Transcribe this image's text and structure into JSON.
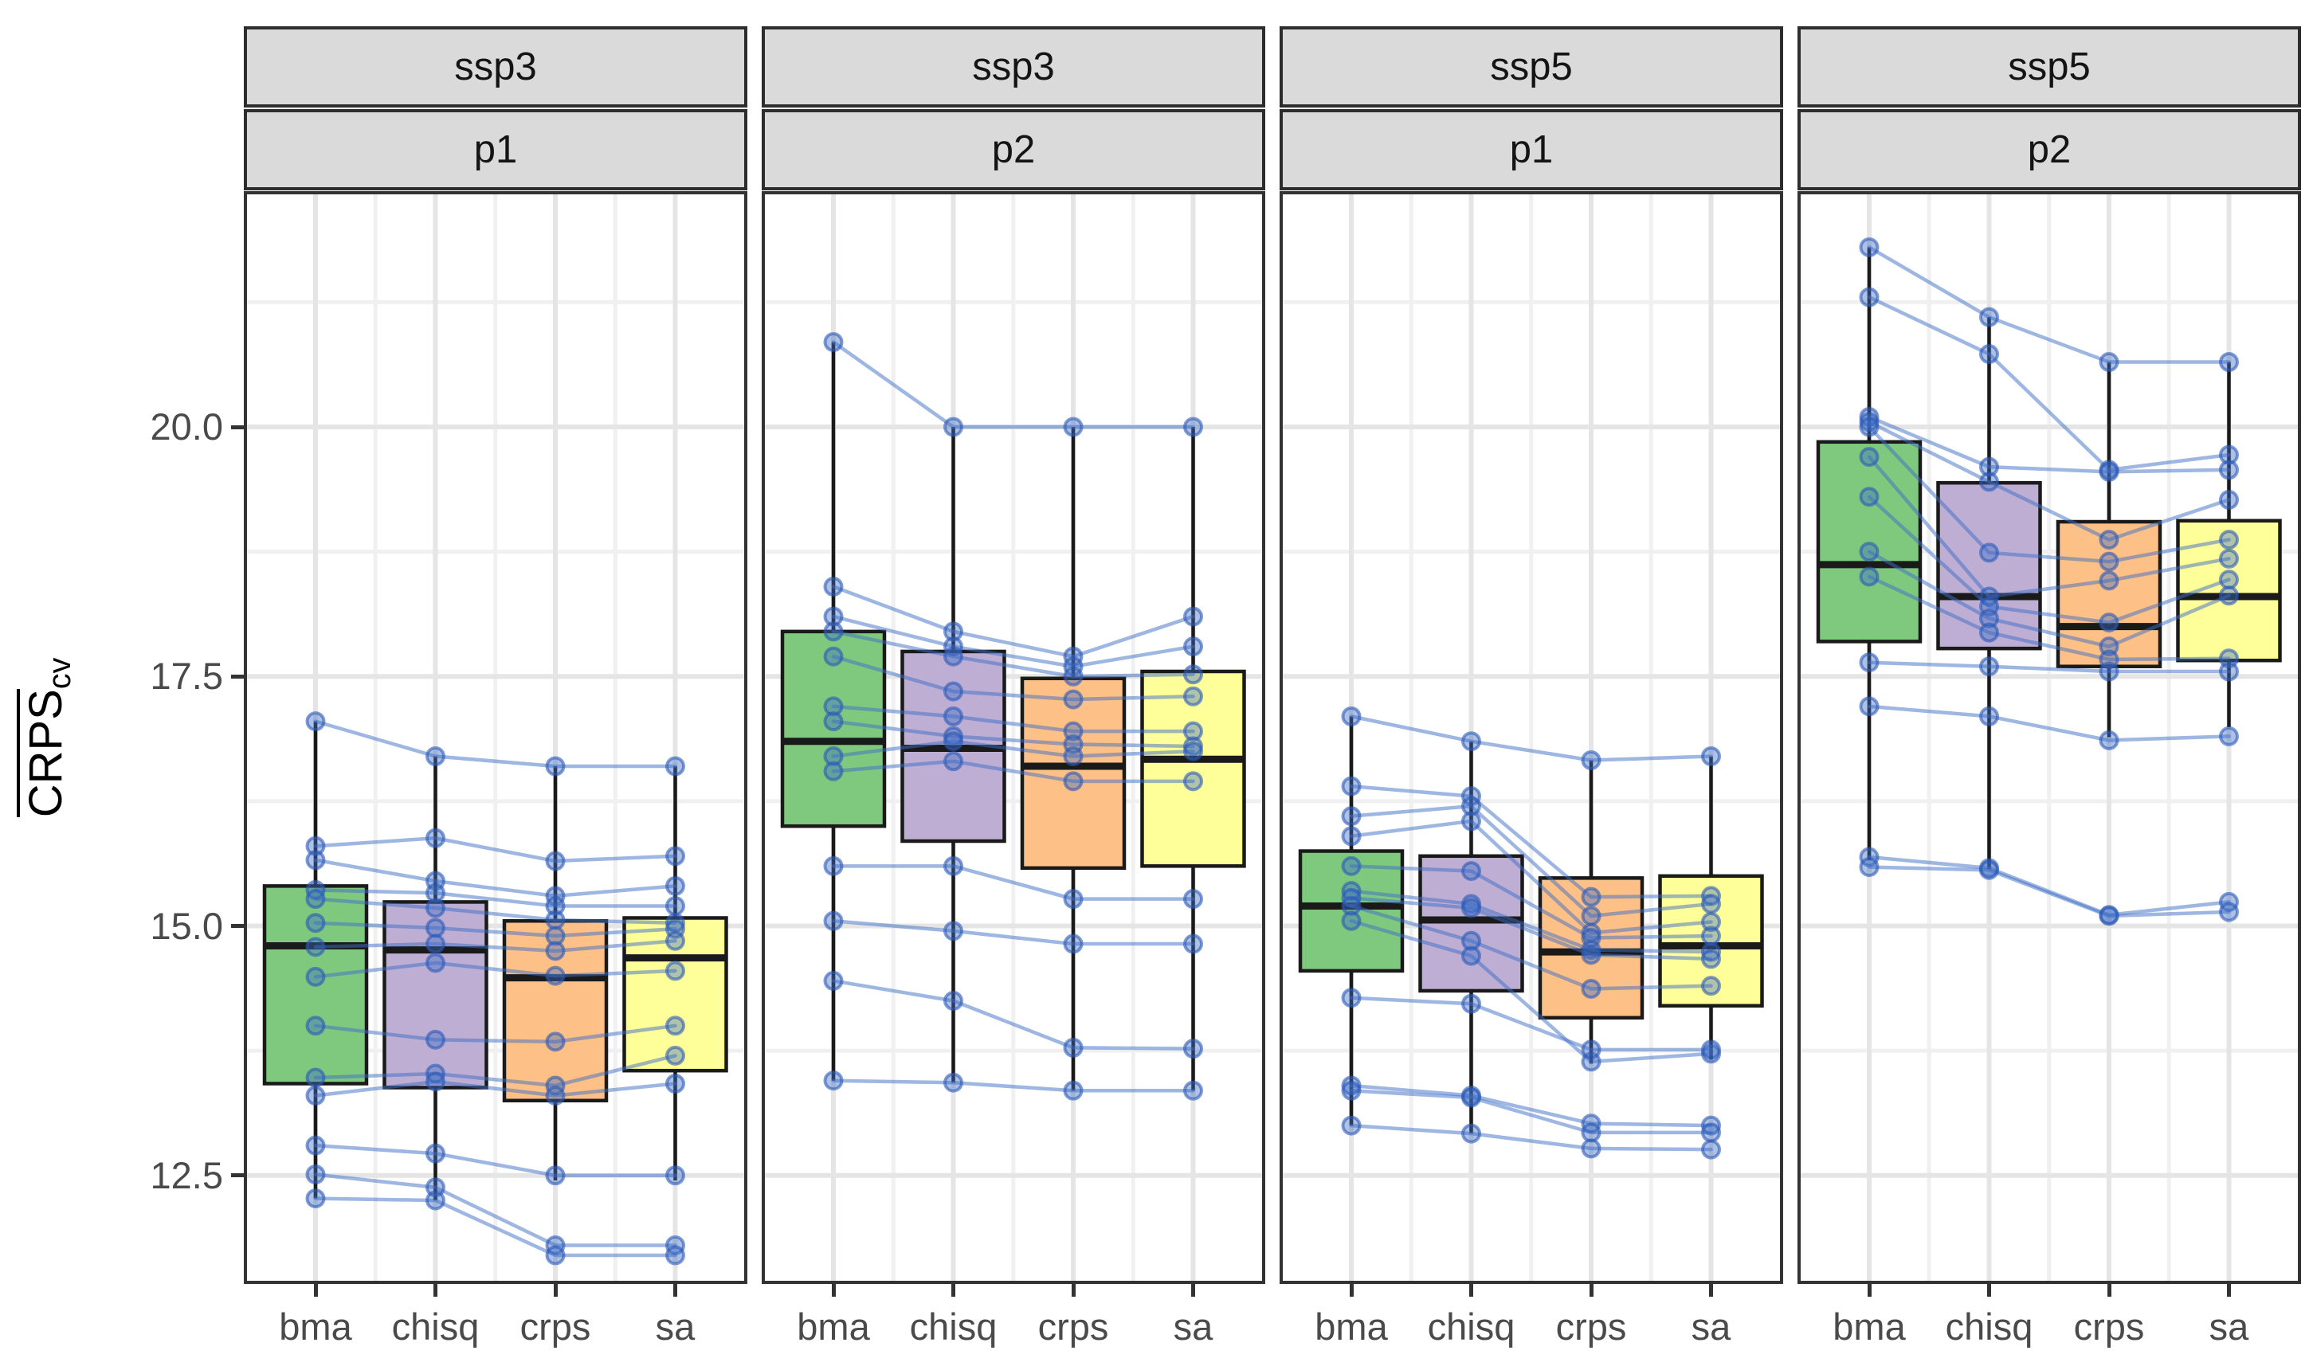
{
  "chart_data": {
    "type": "boxplot",
    "description": "Faceted boxplots with per-model connected lines (spaghetti) of cross-validated CRPS by weighting method",
    "y_axis": {
      "label_main": "CRPS",
      "label_subscript": "cv",
      "overline": true,
      "tick_values": [
        20.0,
        17.5,
        15.0,
        12.5
      ],
      "tick_labels": [
        "20.0",
        "17.5",
        "15.0",
        "12.5"
      ],
      "minor_grid_values": [
        21.25,
        18.75,
        16.25,
        13.75
      ],
      "ylim": [
        11.15,
        22.35
      ]
    },
    "x_axis": {
      "categories": [
        "bma",
        "chisq",
        "crps",
        "sa"
      ]
    },
    "colors": {
      "box_fills": [
        "#7FC97F",
        "#BEAED4",
        "#FDC086",
        "#FFFF99"
      ],
      "box_stroke": "#1A1A1A",
      "line": "#3E6DC5",
      "dot_stroke": "#2B59B5",
      "strip_bg": "#DADADA",
      "strip_border": "#2D2D2D",
      "panel_border": "#333333",
      "grid_major": "#E5E5E5",
      "grid_minor": "#F0F0F0",
      "axis_text": "#4A4A4A",
      "tick_mark": "#333333"
    },
    "panels": [
      {
        "facet_row": "ssp3",
        "facet_col": "p1",
        "boxes": [
          {
            "cat": "bma",
            "whisker_low": 12.27,
            "q1": 13.42,
            "median": 14.8,
            "q3": 15.4,
            "whisker_high": 17.05
          },
          {
            "cat": "chisq",
            "whisker_low": 12.25,
            "q1": 13.38,
            "median": 14.76,
            "q3": 15.24,
            "whisker_high": 16.7
          },
          {
            "cat": "crps",
            "whisker_low": 12.45,
            "q1": 13.25,
            "median": 14.48,
            "q3": 15.05,
            "whisker_high": 16.6
          },
          {
            "cat": "sa",
            "whisker_low": 12.45,
            "q1": 13.55,
            "median": 14.68,
            "q3": 15.08,
            "whisker_high": 16.6
          }
        ],
        "series": [
          [
            17.05,
            16.7,
            16.6,
            16.6
          ],
          [
            15.8,
            15.88,
            15.65,
            15.7
          ],
          [
            15.66,
            15.45,
            15.3,
            15.4
          ],
          [
            15.36,
            15.33,
            15.2,
            15.2
          ],
          [
            15.27,
            15.18,
            15.06,
            15.03
          ],
          [
            15.03,
            14.98,
            14.9,
            14.97
          ],
          [
            14.79,
            14.82,
            14.75,
            14.85
          ],
          [
            14.49,
            14.63,
            14.5,
            14.55
          ],
          [
            14.0,
            13.86,
            13.84,
            14.0
          ],
          [
            13.48,
            13.52,
            13.4,
            13.7
          ],
          [
            13.3,
            13.44,
            13.3,
            13.42
          ],
          [
            12.8,
            12.72,
            12.5,
            12.5
          ],
          [
            12.51,
            12.38,
            11.8,
            11.8
          ],
          [
            12.27,
            12.25,
            11.7,
            11.7
          ]
        ]
      },
      {
        "facet_row": "ssp3",
        "facet_col": "p2",
        "boxes": [
          {
            "cat": "bma",
            "whisker_low": 13.45,
            "q1": 16.0,
            "median": 16.85,
            "q3": 17.95,
            "whisker_high": 20.85
          },
          {
            "cat": "chisq",
            "whisker_low": 13.43,
            "q1": 15.85,
            "median": 16.78,
            "q3": 17.75,
            "whisker_high": 20.0
          },
          {
            "cat": "crps",
            "whisker_low": 13.35,
            "q1": 15.58,
            "median": 16.6,
            "q3": 17.48,
            "whisker_high": 20.0
          },
          {
            "cat": "sa",
            "whisker_low": 13.35,
            "q1": 15.6,
            "median": 16.67,
            "q3": 17.55,
            "whisker_high": 20.0
          }
        ],
        "series": [
          [
            20.85,
            20.0,
            20.0,
            20.0
          ],
          [
            18.4,
            17.95,
            17.7,
            18.1
          ],
          [
            18.1,
            17.8,
            17.6,
            17.8
          ],
          [
            17.95,
            17.7,
            17.5,
            17.52
          ],
          [
            17.7,
            17.35,
            17.27,
            17.3
          ],
          [
            17.2,
            17.1,
            16.95,
            16.95
          ],
          [
            17.05,
            16.9,
            16.82,
            16.8
          ],
          [
            16.7,
            16.85,
            16.7,
            16.75
          ],
          [
            16.55,
            16.65,
            16.45,
            16.45
          ],
          [
            15.6,
            15.6,
            15.27,
            15.27
          ],
          [
            15.05,
            14.95,
            14.82,
            14.82
          ],
          [
            14.45,
            14.25,
            13.78,
            13.77
          ],
          [
            13.45,
            13.43,
            13.35,
            13.35
          ]
        ]
      },
      {
        "facet_row": "ssp5",
        "facet_col": "p1",
        "boxes": [
          {
            "cat": "bma",
            "whisker_low": 13.0,
            "q1": 14.55,
            "median": 15.2,
            "q3": 15.75,
            "whisker_high": 17.1
          },
          {
            "cat": "chisq",
            "whisker_low": 12.92,
            "q1": 14.35,
            "median": 15.06,
            "q3": 15.7,
            "whisker_high": 16.85
          },
          {
            "cat": "crps",
            "whisker_low": 13.62,
            "q1": 14.08,
            "median": 14.74,
            "q3": 15.48,
            "whisker_high": 16.66
          },
          {
            "cat": "sa",
            "whisker_low": 13.66,
            "q1": 14.2,
            "median": 14.8,
            "q3": 15.5,
            "whisker_high": 16.7
          }
        ],
        "series": [
          [
            17.1,
            16.85,
            16.66,
            16.7
          ],
          [
            16.4,
            16.3,
            15.29,
            15.3
          ],
          [
            16.1,
            16.2,
            15.1,
            15.22
          ],
          [
            15.9,
            16.05,
            14.93,
            15.04
          ],
          [
            15.6,
            15.55,
            14.88,
            14.9
          ],
          [
            15.35,
            15.22,
            14.76,
            14.74
          ],
          [
            15.28,
            15.18,
            14.71,
            14.67
          ],
          [
            15.2,
            14.85,
            14.37,
            14.4
          ],
          [
            15.05,
            14.7,
            13.64,
            13.72
          ],
          [
            14.28,
            14.22,
            13.76,
            13.76
          ],
          [
            13.4,
            13.3,
            13.02,
            13.0
          ],
          [
            13.35,
            13.28,
            12.93,
            12.93
          ],
          [
            13.0,
            12.92,
            12.77,
            12.76
          ]
        ]
      },
      {
        "facet_row": "ssp5",
        "facet_col": "p2",
        "boxes": [
          {
            "cat": "bma",
            "whisker_low": 15.66,
            "q1": 17.85,
            "median": 18.62,
            "q3": 19.85,
            "whisker_high": 21.8
          },
          {
            "cat": "chisq",
            "whisker_low": 15.57,
            "q1": 17.78,
            "median": 18.3,
            "q3": 19.44,
            "whisker_high": 21.1
          },
          {
            "cat": "crps",
            "whisker_low": 16.89,
            "q1": 17.6,
            "median": 18.0,
            "q3": 19.05,
            "whisker_high": 20.65
          },
          {
            "cat": "sa",
            "whisker_low": 16.99,
            "q1": 17.66,
            "median": 18.3,
            "q3": 19.06,
            "whisker_high": 20.65
          }
        ],
        "series": [
          [
            21.8,
            21.1,
            20.65,
            20.65
          ],
          [
            21.3,
            20.73,
            19.57,
            19.72
          ],
          [
            20.1,
            19.6,
            19.55,
            19.57
          ],
          [
            20.05,
            19.45,
            18.87,
            19.27
          ],
          [
            20.0,
            18.74,
            18.65,
            18.87
          ],
          [
            19.7,
            18.3,
            18.46,
            18.68
          ],
          [
            19.3,
            18.2,
            18.04,
            18.47
          ],
          [
            18.75,
            18.08,
            17.8,
            18.31
          ],
          [
            18.5,
            17.94,
            17.67,
            17.68
          ],
          [
            17.64,
            17.6,
            17.55,
            17.55
          ],
          [
            17.2,
            17.1,
            16.86,
            16.9
          ],
          [
            15.69,
            15.58,
            15.11,
            15.24
          ],
          [
            15.59,
            15.56,
            15.1,
            15.14
          ]
        ]
      }
    ]
  }
}
